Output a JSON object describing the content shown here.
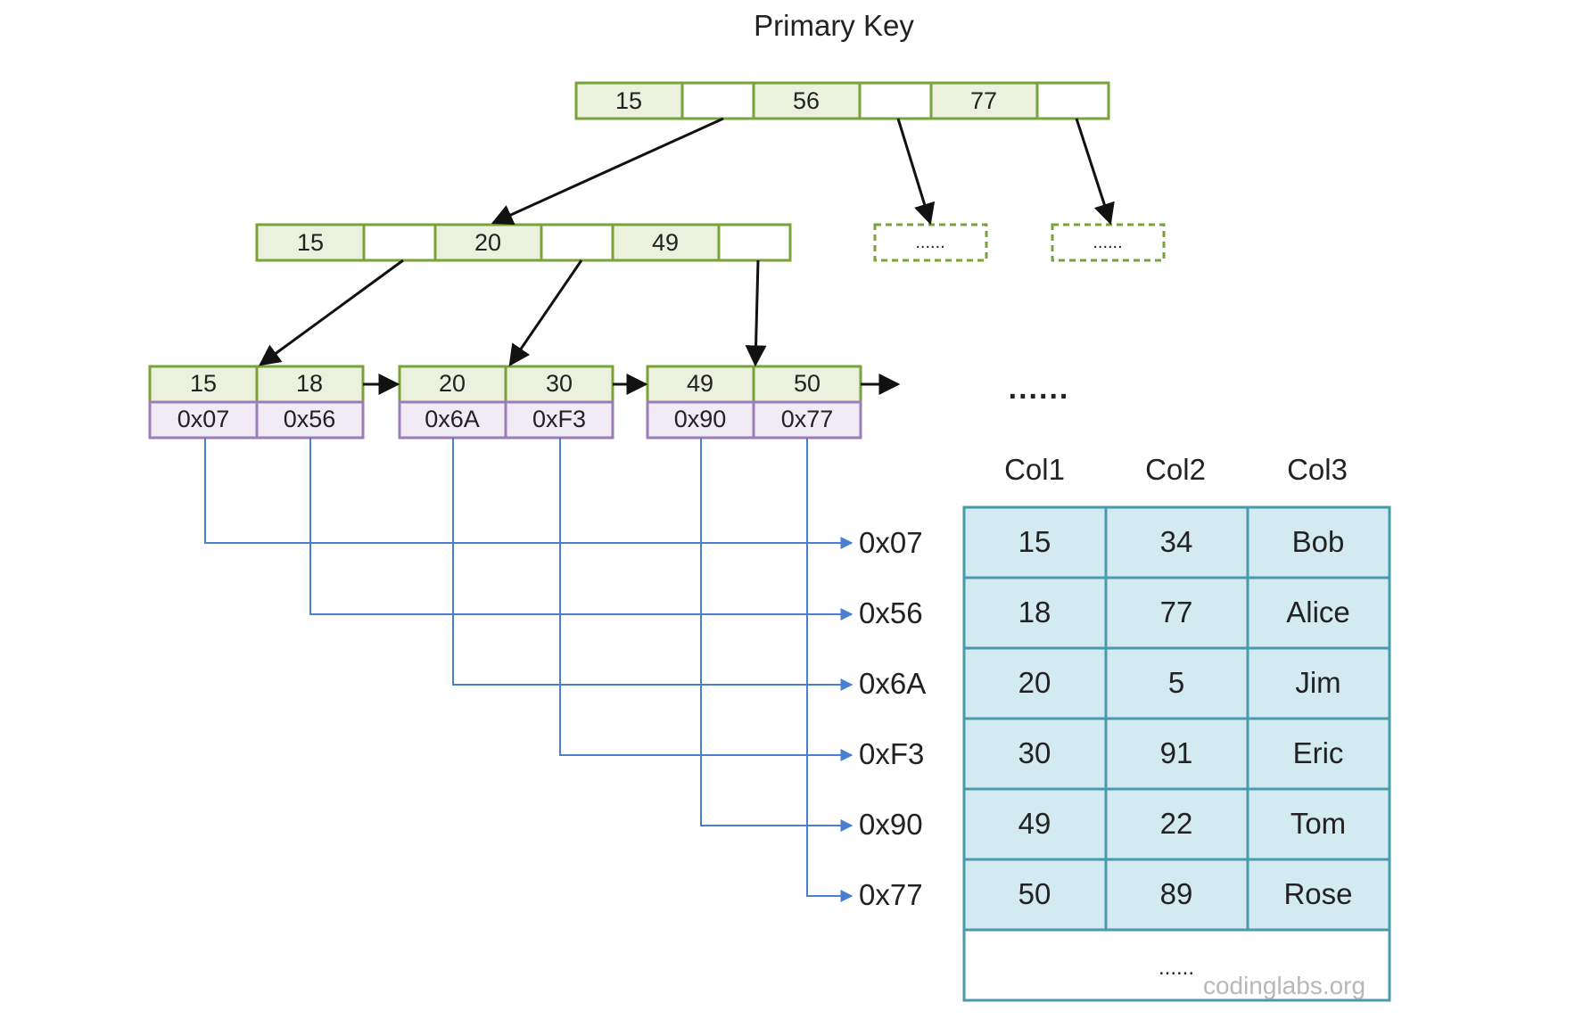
{
  "title": "Primary Key",
  "root": {
    "keys": [
      "15",
      "56",
      "77"
    ],
    "children": [
      "......",
      "......"
    ]
  },
  "internal": {
    "keys": [
      "15",
      "20",
      "49"
    ]
  },
  "leaves": [
    {
      "keys": [
        "15",
        "18"
      ],
      "ptrs": [
        "0x07",
        "0x56"
      ]
    },
    {
      "keys": [
        "20",
        "30"
      ],
      "ptrs": [
        "0x6A",
        "0xF3"
      ]
    },
    {
      "keys": [
        "49",
        "50"
      ],
      "ptrs": [
        "0x90",
        "0x77"
      ]
    }
  ],
  "leaf_ellipsis": "......",
  "addresses": [
    "0x07",
    "0x56",
    "0x6A",
    "0xF3",
    "0x90",
    "0x77"
  ],
  "table": {
    "headers": [
      "Col1",
      "Col2",
      "Col3"
    ],
    "rows": [
      [
        "15",
        "34",
        "Bob"
      ],
      [
        "18",
        "77",
        "Alice"
      ],
      [
        "20",
        "5",
        "Jim"
      ],
      [
        "30",
        "91",
        "Eric"
      ],
      [
        "49",
        "22",
        "Tom"
      ],
      [
        "50",
        "89",
        "Rose"
      ]
    ],
    "ellipsis": "......"
  },
  "watermark": "codinglabs.org",
  "colors": {
    "key_fill": "#ebf1dd",
    "key_stroke": "#77a33a",
    "ptr_fill": "#f0ebf4",
    "ptr_stroke": "#9b7dbb",
    "link_line": "#4a7fd0",
    "table_fill": "#d3eaf0",
    "table_stroke": "#4a9aad",
    "arrow": "#111111"
  }
}
